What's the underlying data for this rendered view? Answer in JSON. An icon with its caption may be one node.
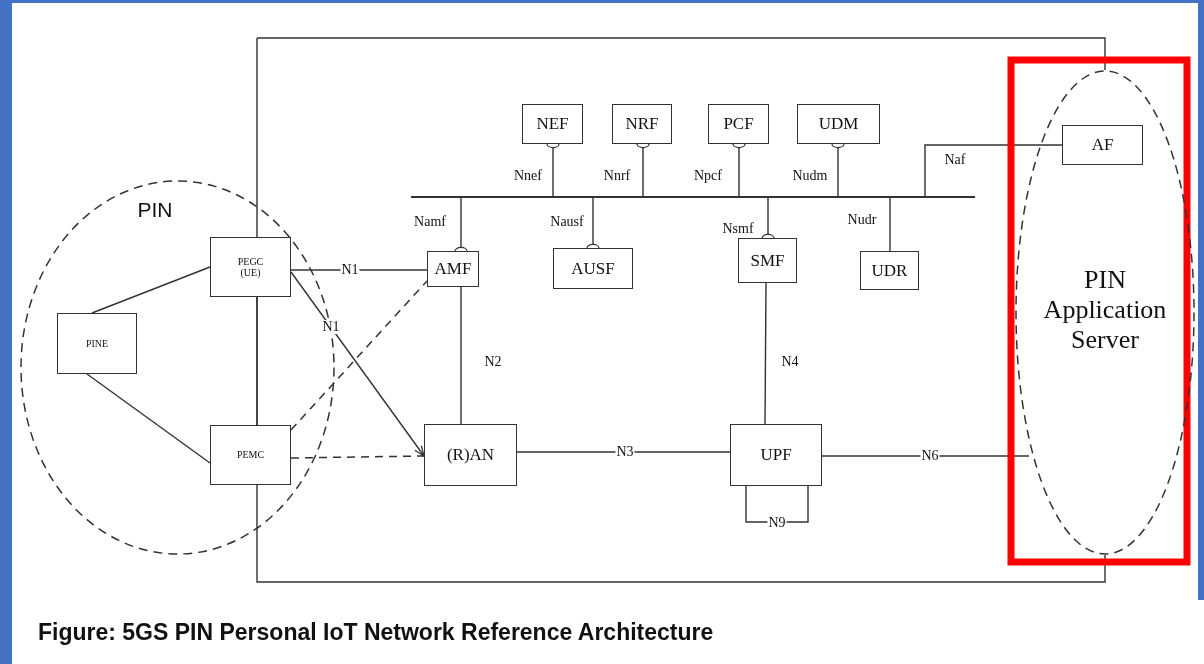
{
  "diagram": {
    "caption": "Figure: 5GS PIN Personal IoT Network Reference Architecture",
    "nodes": [
      {
        "text": [
          "NEF"
        ]
      },
      {
        "text": [
          "NRF"
        ]
      },
      {
        "text": [
          "PCF"
        ]
      },
      {
        "text": [
          "UDM"
        ]
      },
      {
        "text": [
          "PIN Application Server"
        ]
      },
      {
        "text": [
          "AF"
        ],
        "in": 4
      },
      {
        "text": [],
        "shape": "bar"
      },
      {
        "text": [
          "PIN"
        ]
      },
      {
        "text": [
          "PEGC (UE)"
        ],
        "in": 7
      },
      {
        "text": [
          "PINE"
        ],
        "in": 7
      },
      {
        "text": [
          "PEMC"
        ],
        "in": 7
      },
      {
        "text": [
          "AMF"
        ]
      },
      {
        "text": [
          "AUSF"
        ]
      },
      {
        "text": [
          "SMF"
        ]
      },
      {
        "text": [
          "UDR"
        ]
      },
      {
        "text": [
          "(R)AN"
        ]
      },
      {
        "text": [
          "UPF"
        ]
      }
    ],
    "edges": [
      {
        "from": 0,
        "to": 6,
        "arrow": "other",
        "label": "Nnef"
      },
      {
        "from": 1,
        "to": 6,
        "arrow": "other",
        "label": "Nnrf"
      },
      {
        "from": 2,
        "to": 6,
        "arrow": "other",
        "label": "Npcf"
      },
      {
        "from": 3,
        "to": 6,
        "arrow": "other",
        "label": "Nudm"
      },
      {
        "from": 5,
        "to": 6,
        "arrow": "none",
        "label": "Naf"
      },
      {
        "from": 11,
        "to": 6,
        "arrow": "other",
        "label": "Namf"
      },
      {
        "from": 12,
        "to": 6,
        "arrow": "other",
        "label": "Nausf"
      },
      {
        "from": 13,
        "to": 6,
        "arrow": "other",
        "label": "Nsmf"
      },
      {
        "from": 14,
        "to": 6,
        "arrow": "none",
        "label": "Nudr"
      },
      {
        "from": 9,
        "to": 8,
        "arrow": "none"
      },
      {
        "from": 9,
        "to": 10,
        "arrow": "none"
      },
      {
        "from": 8,
        "to": 10,
        "arrow": "none"
      },
      {
        "from": 8,
        "to": 11,
        "arrow": "none",
        "label": "N1"
      },
      {
        "from": 8,
        "to": 15,
        "arrow": "to",
        "label": "N1"
      },
      {
        "from": 10,
        "to": 11,
        "arrow": "none",
        "style": "dashed"
      },
      {
        "from": 10,
        "to": 15,
        "arrow": "none",
        "style": "dashed"
      },
      {
        "from": 11,
        "to": 15,
        "arrow": "none",
        "label": "N2"
      },
      {
        "from": 13,
        "to": 16,
        "arrow": "none",
        "label": "N4"
      },
      {
        "from": 15,
        "to": 16,
        "arrow": "none",
        "label": "N3"
      },
      {
        "from": 16,
        "to": 4,
        "arrow": "none",
        "label": "N6"
      },
      {
        "from": 16,
        "to": 16,
        "arrow": "none",
        "label": "N9"
      }
    ]
  }
}
